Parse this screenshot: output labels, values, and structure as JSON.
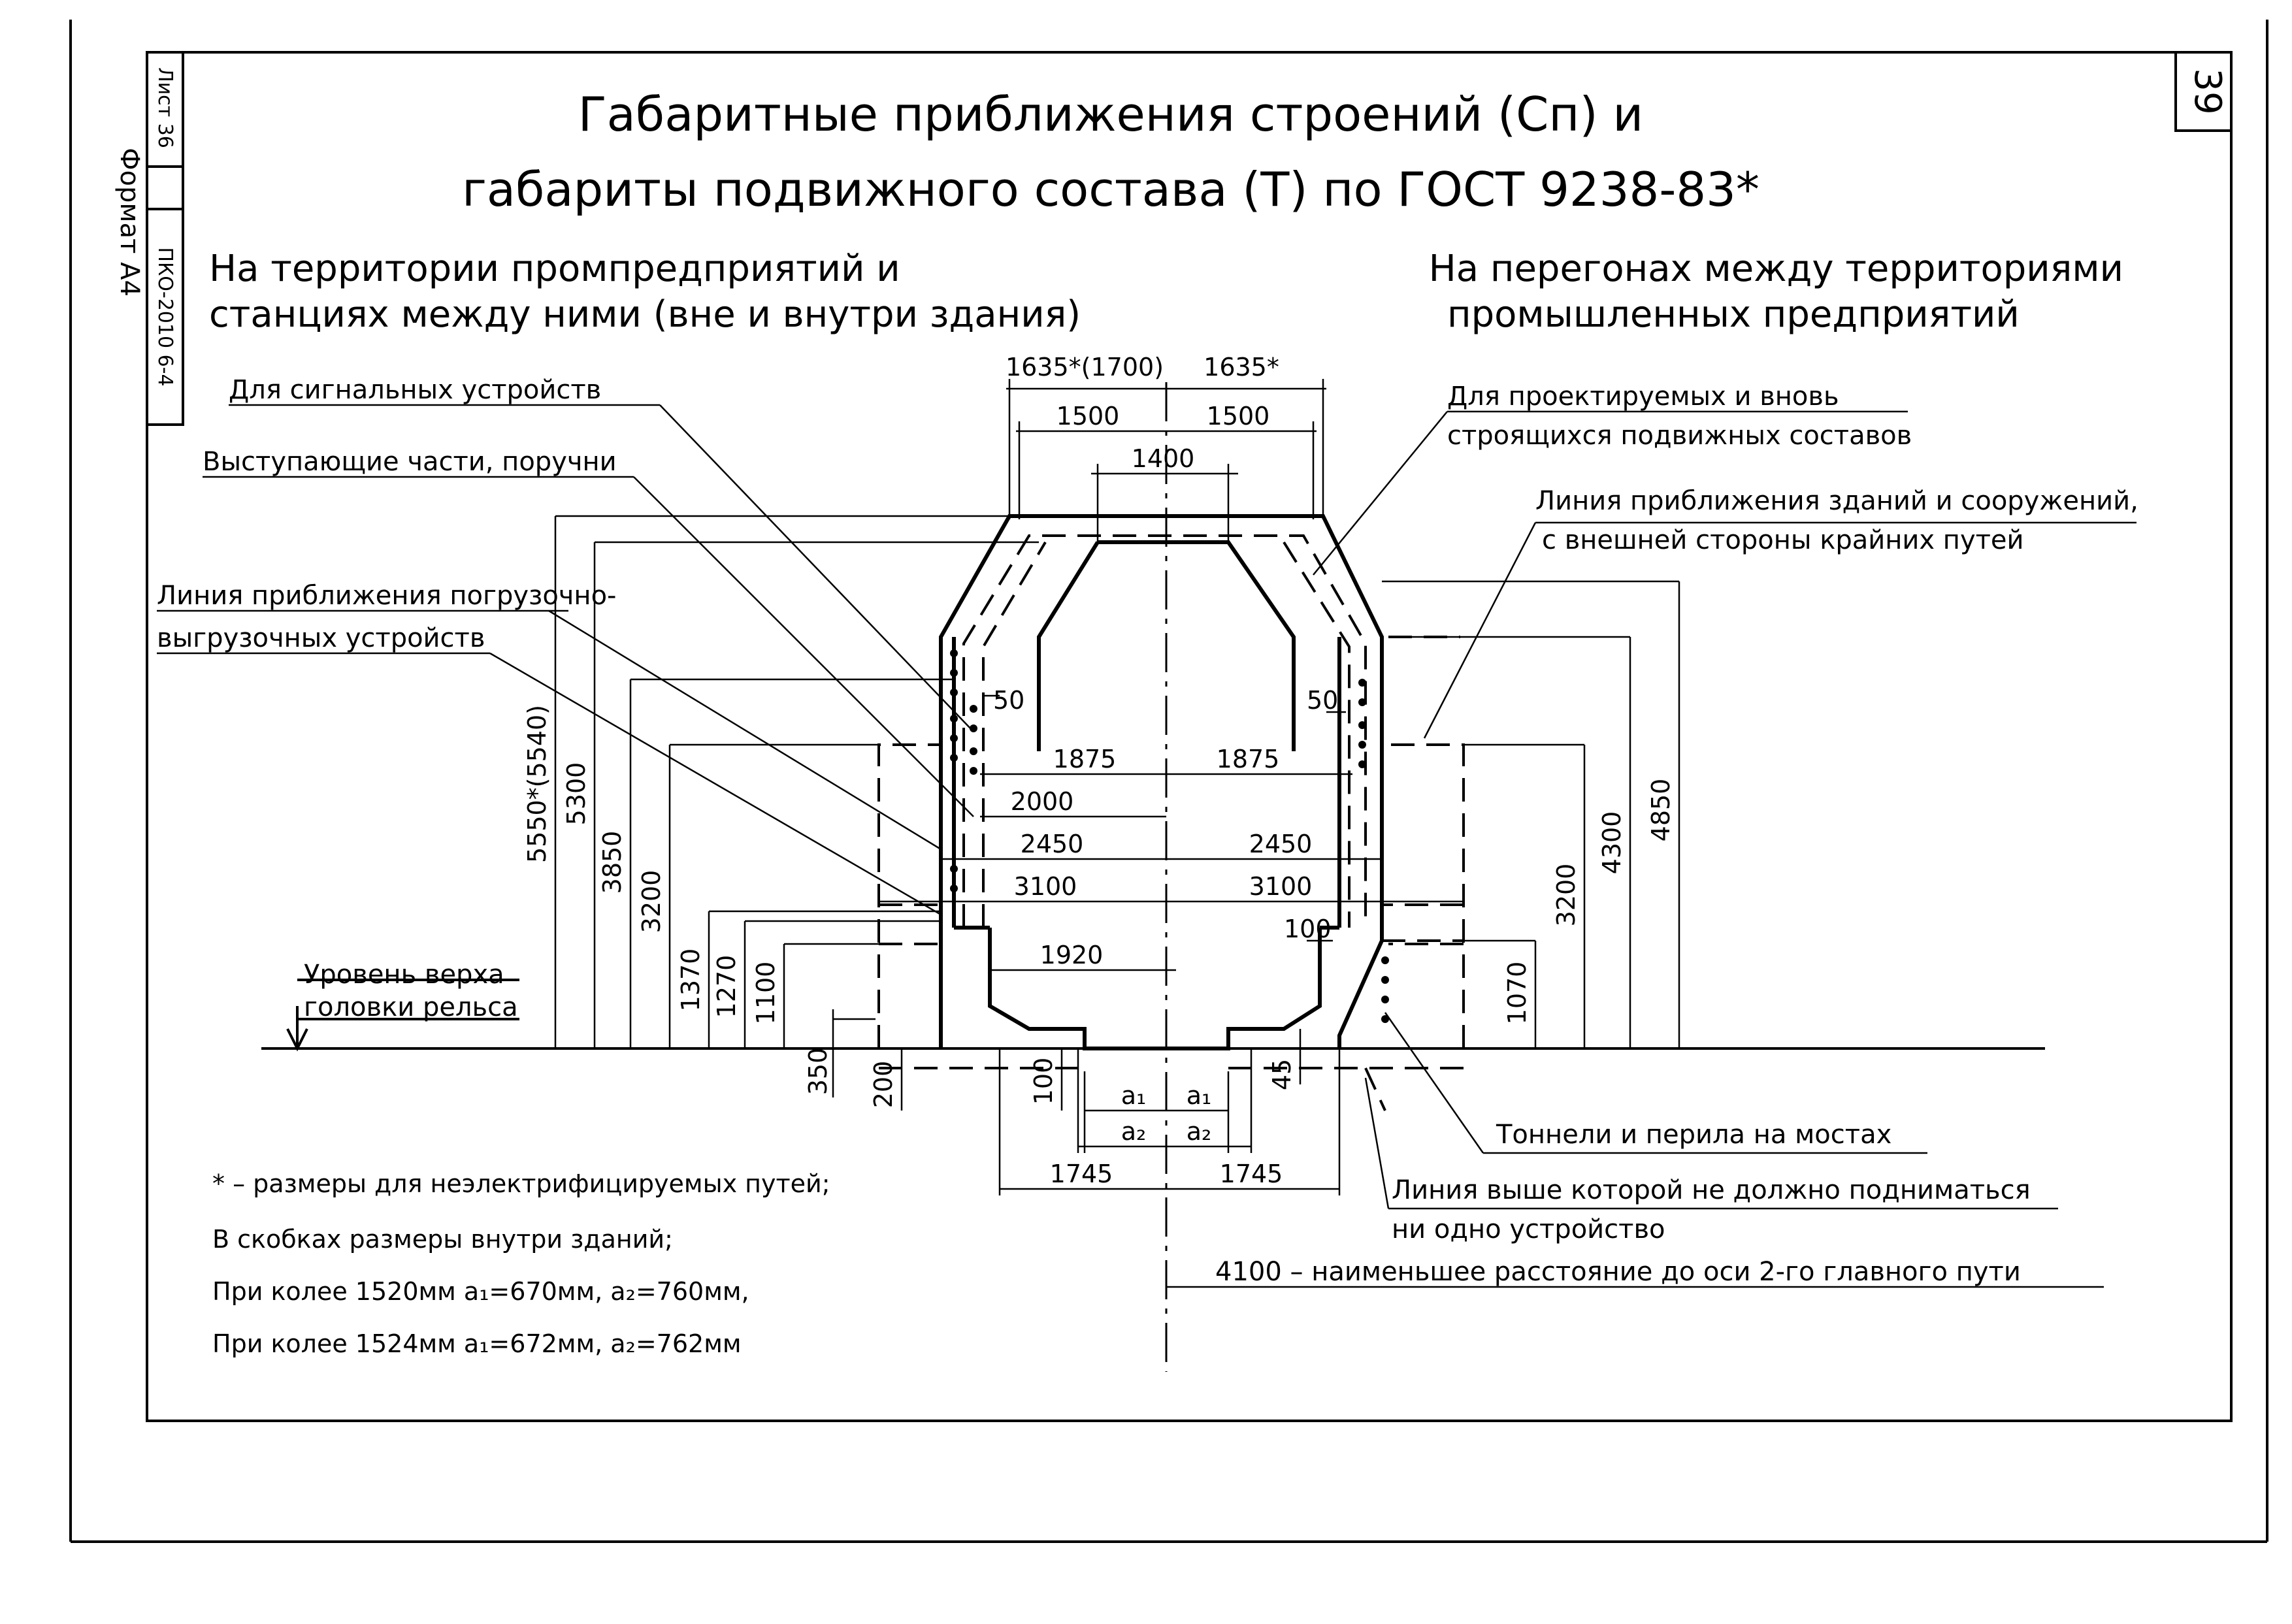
{
  "sheet": {
    "page_number": "39",
    "format_label": "Формат А4",
    "stamp_sheet": "Лист 36",
    "stamp_code": "ПКО-2010 6-4"
  },
  "title": {
    "line1": "Габаритные приближения строений (Сп) и",
    "line2": "габариты подвижного состава (Т) по ГОСТ 9238-83*"
  },
  "headings": {
    "left_line1": "На территории промпредприятий и",
    "left_line2": "станциях между ними (вне и внутри здания)",
    "right_line1": "На перегонах между территориями",
    "right_line2": "промышленных предприятий"
  },
  "labels": {
    "signal": "Для сигнальных устройств",
    "protruding": "Выступающие части, поручни",
    "loading_line1": "Линия приближения погрузочно-",
    "loading_line2": "выгрузочных устройств",
    "rail_line1": "Уровень верха",
    "rail_line2": "головки рельса",
    "designed_line1": "Для проектируемых и вновь",
    "designed_line2": "строящихся подвижных составов",
    "buildings_line1": "Линия приближения зданий и сооружений,",
    "buildings_line2": "с внешней стороны крайних путей",
    "tunnels": "Тоннели и перила на мостах",
    "limit_line1": "Линия выше которой не должно подниматься",
    "limit_line2": "ни одно устройство",
    "axis_distance": "4100 – наименьшее расстояние до оси 2-го главного пути"
  },
  "dimensions": {
    "top_left": "1635*(1700)",
    "top_right": "1635*",
    "w1500_left": "1500",
    "w1500_right": "1500",
    "w1400": "1400",
    "off50_left": "50",
    "off50_right": "50",
    "w1875_left": "1875",
    "w1875_right": "1875",
    "w2000": "2000",
    "w2450_left": "2450",
    "w2450_right": "2450",
    "w3100_left": "3100",
    "w3100_right": "3100",
    "off100_right": "100",
    "w1920": "1920",
    "w1745_left": "1745",
    "w1745_right": "1745",
    "a1_left": "a₁",
    "a1_right": "a₁",
    "a2_left": "a₂",
    "a2_right": "a₂",
    "h5550": "5550*(5540)",
    "h5300": "5300",
    "h3850": "3850",
    "h3200_left": "3200",
    "h1370": "1370",
    "h1270": "1270",
    "h1100": "1100",
    "h350": "350",
    "h200": "200",
    "h100_bottom": "100",
    "h45": "45",
    "h3200_right": "3200",
    "h4300": "4300",
    "h4850": "4850",
    "h1070": "1070"
  },
  "notes": {
    "n1": "* – размеры для неэлектрифицируемых путей;",
    "n2": "В скобках размеры внутри зданий;",
    "n3": "При колее 1520мм a₁=670мм, a₂=760мм,",
    "n4": "При колее 1524мм a₁=672мм, a₂=762мм"
  }
}
